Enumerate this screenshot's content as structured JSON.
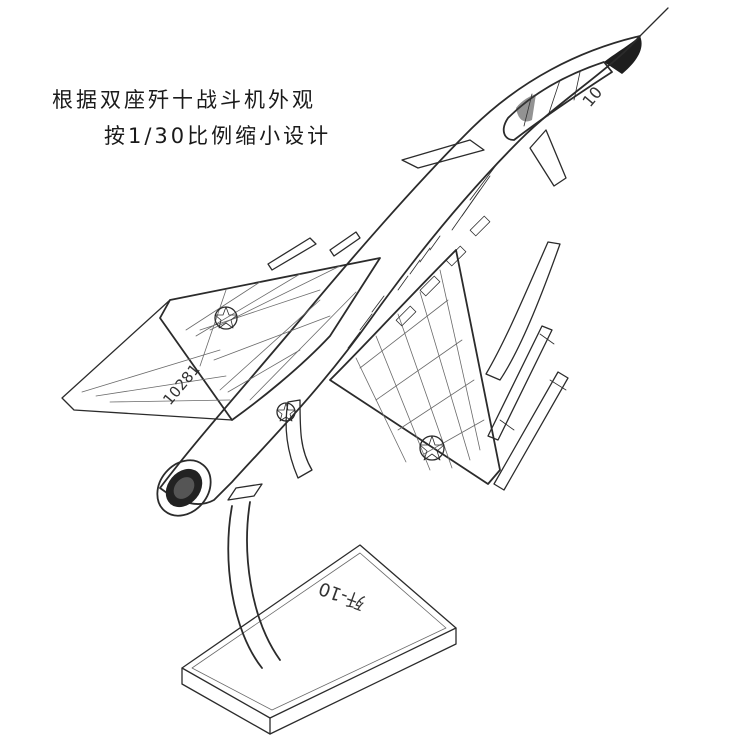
{
  "caption": {
    "line1": "根据双座歼十战斗机外观",
    "line2": "按1/30比例缩小设计"
  },
  "aircraft": {
    "tail_number": "10281",
    "nose_number": "10"
  },
  "stand": {
    "label": "歼-10"
  }
}
